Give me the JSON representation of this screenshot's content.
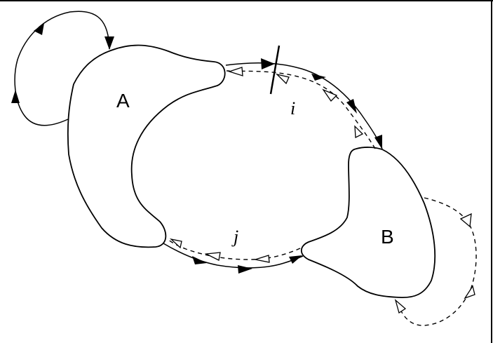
{
  "diagram": {
    "type": "state-transition",
    "nodes": [
      {
        "id": "A",
        "label": "A",
        "shape": "crescent-blob"
      },
      {
        "id": "B",
        "label": "B",
        "shape": "pear-blob"
      }
    ],
    "edges": [
      {
        "id": "self-A",
        "from": "A",
        "to": "A",
        "style": "solid",
        "arrowhead": "filled",
        "arrow_count": 3
      },
      {
        "id": "i-solid",
        "from": "A",
        "to": "B",
        "label": "i",
        "style": "solid",
        "arrowhead": "filled",
        "arrow_count": 4,
        "cut_marker": true
      },
      {
        "id": "i-dashed",
        "from": "B",
        "to": "A",
        "label": "i",
        "style": "dashed",
        "arrowhead": "open",
        "arrow_count": 4
      },
      {
        "id": "j-solid",
        "from": "A",
        "to": "B",
        "label": "j",
        "style": "solid",
        "arrowhead": "filled",
        "arrow_count": 3
      },
      {
        "id": "j-dashed",
        "from": "B",
        "to": "A",
        "label": "j",
        "style": "dashed",
        "arrowhead": "open",
        "arrow_count": 3
      },
      {
        "id": "self-B",
        "from": "B",
        "to": "B",
        "style": "dashed",
        "arrowhead": "open",
        "arrow_count": 3
      }
    ],
    "labels": {
      "node_a": "A",
      "node_b": "B",
      "edge_i": "i",
      "edge_j": "j"
    },
    "colors": {
      "stroke": "#000000",
      "background": "#ffffff"
    }
  }
}
